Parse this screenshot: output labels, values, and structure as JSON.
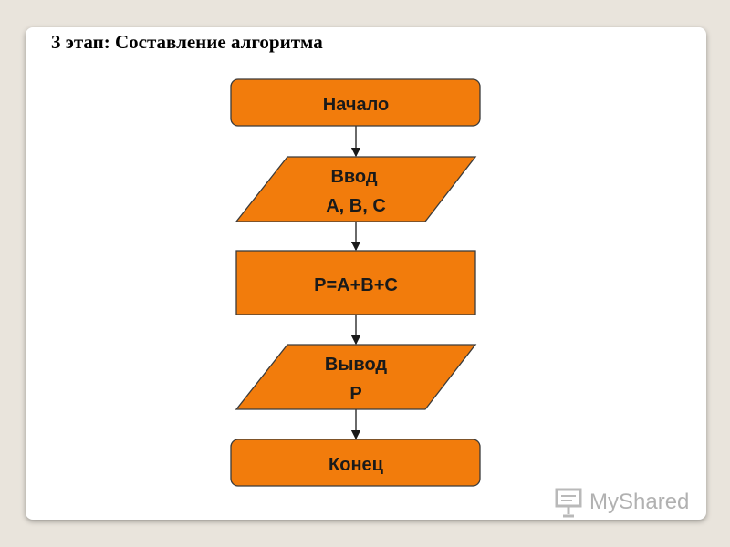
{
  "slide": {
    "title": "3 этап: Составление алгоритма"
  },
  "flowchart": {
    "start": "Начало",
    "input_line1": "Ввод",
    "input_line2": "A, B, C",
    "process": "P=A+B+C",
    "output_line1": "Вывод",
    "output_line2": "P",
    "end": "Конец"
  },
  "colors": {
    "block_fill": "#f27c0c",
    "block_stroke": "#3b3b3b"
  },
  "watermark": {
    "text": "MyShared",
    "icon": "presentation-board-icon"
  }
}
